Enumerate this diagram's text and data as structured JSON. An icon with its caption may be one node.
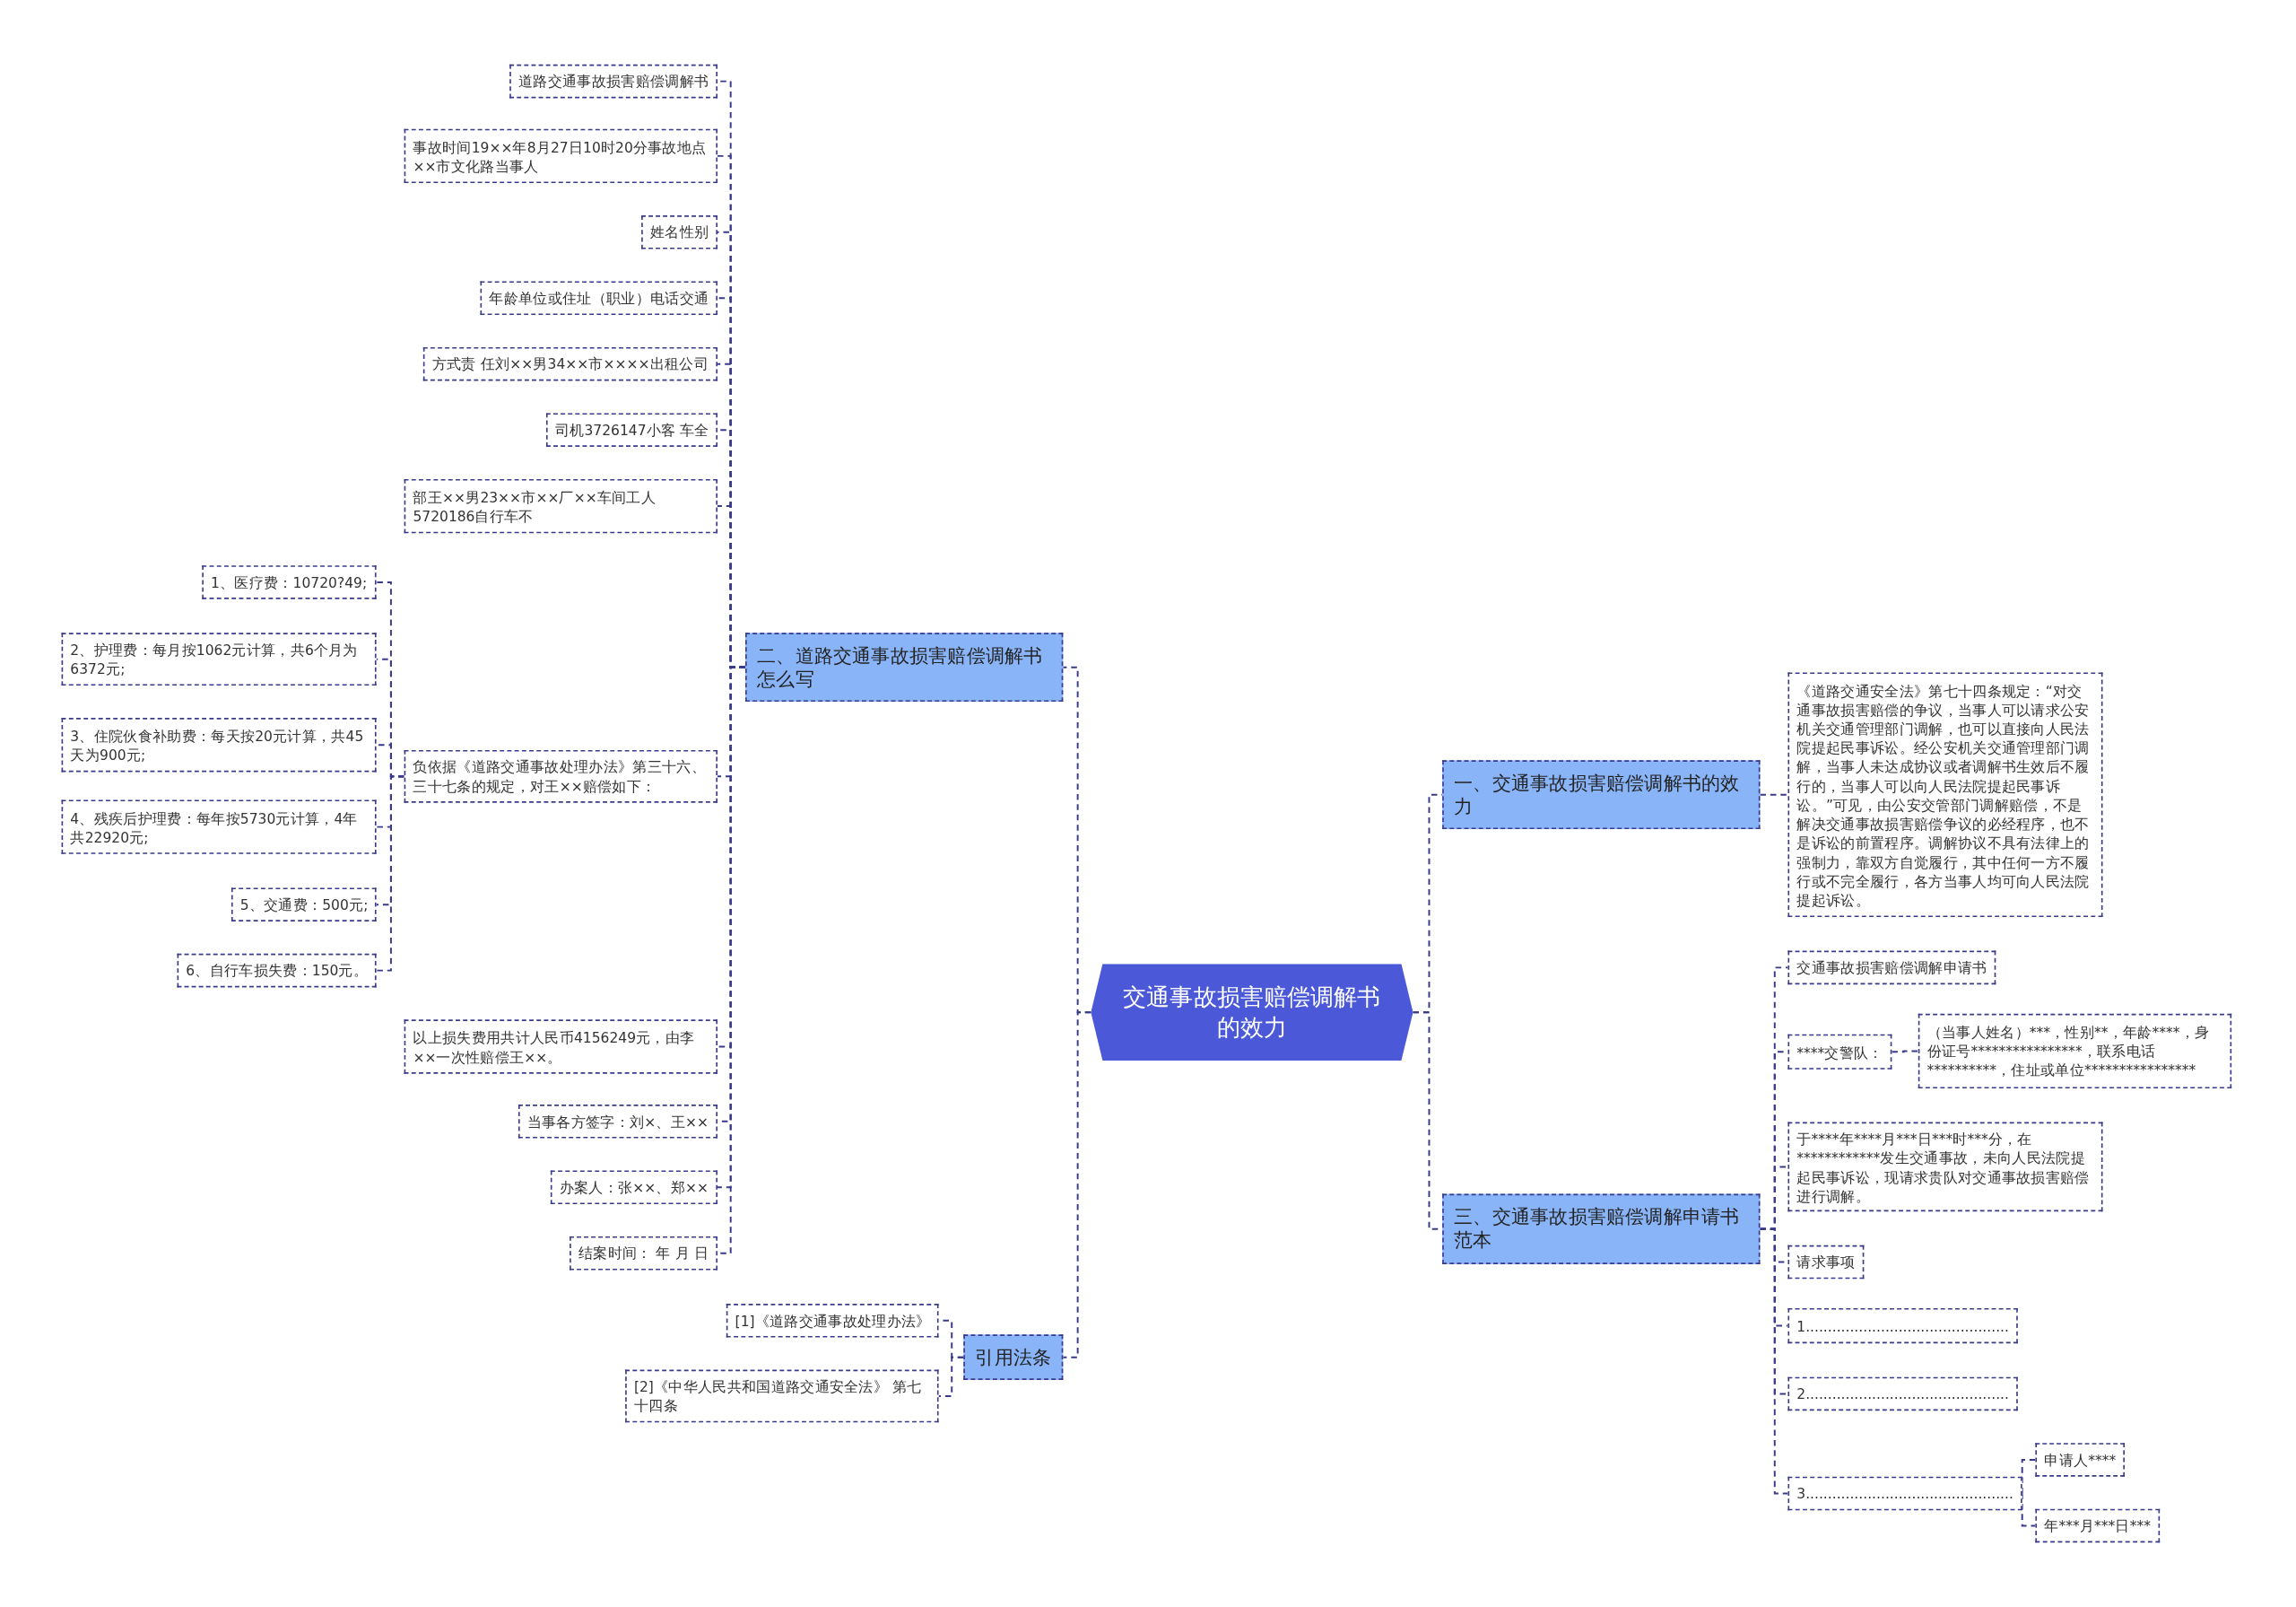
{
  "diagram": {
    "nodes": [
      {
        "text": [
          "交通事故损害赔偿调解书的效力"
        ]
      },
      {
        "text": [
          "二、道路交通事故损害赔偿调解书怎么写"
        ]
      },
      {
        "text": [
          "道路交通事故损害赔偿调解书"
        ]
      },
      {
        "text": [
          "事故时间19××年8月27日10时20分事故地点××市文化路当事人"
        ]
      },
      {
        "text": [
          "姓名性别"
        ]
      },
      {
        "text": [
          "年龄单位或住址（职业）电话交通"
        ]
      },
      {
        "text": [
          "方式责 任刘××男34××市××××出租公司"
        ]
      },
      {
        "text": [
          "司机3726147小客 车全"
        ]
      },
      {
        "text": [
          "部王××男23××市××厂××车间工人5720186自行车不"
        ]
      },
      {
        "text": [
          "负依据《道路交通事故处理办法》第三十六、三十七条的规定，对王××赔偿如下："
        ]
      },
      {
        "text": [
          "1、医疗费：10720?49;"
        ]
      },
      {
        "text": [
          "2、护理费：每月按1062元计算，共6个月为6372元;"
        ]
      },
      {
        "text": [
          "3、住院伙食补助费：每天按20元计算，共45天为900元;"
        ]
      },
      {
        "text": [
          "4、残疾后护理费：每年按5730元计算，4年共22920元;"
        ]
      },
      {
        "text": [
          "5、交通费：500元;"
        ]
      },
      {
        "text": [
          "6、自行车损失费：150元。"
        ]
      },
      {
        "text": [
          "以上损失费用共计人民币4156249元，由李××一次性赔偿王××。"
        ]
      },
      {
        "text": [
          "当事各方签字：刘×、王××"
        ]
      },
      {
        "text": [
          "办案人：张××、郑××"
        ]
      },
      {
        "text": [
          "结案时间：  年 月 日"
        ]
      },
      {
        "text": [
          "引用法条"
        ]
      },
      {
        "text": [
          "[1]《道路交通事故处理办法》"
        ]
      },
      {
        "text": [
          "[2]《中华人民共和国道路交通安全法》 第七十四条"
        ]
      },
      {
        "text": [
          "一、交通事故损害赔偿调解书的效力"
        ]
      },
      {
        "text": [
          "《道路交通安全法》第七十四条规定：“对交通事故损害赔偿的争议，当事人可以请求公安机关交通管理部门调解，也可以直接向人民法院提起民事诉讼。经公安机关交通管理部门调解，当事人未达成协议或者调解书生效后不履行的，当事人可以向人民法院提起民事诉讼。”可见，由公安交管部门调解赔偿，不是解决交通事故损害赔偿争议的必经程序，也不是诉讼的前置程序。调解协议不具有法律上的强制力，靠双方自觉履行，其中任何一方不履行或不完全履行，各方当事人均可向人民法院提起诉讼。"
        ]
      },
      {
        "text": [
          "三、交通事故损害赔偿调解申请书范本"
        ]
      },
      {
        "text": [
          "交通事故损害赔偿调解申请书"
        ]
      },
      {
        "text": [
          "****交警队："
        ]
      },
      {
        "text": [
          "（当事人姓名）***，性别**，年龄****，身份证号****************，联系电话**********，住址或单位****************"
        ]
      },
      {
        "text": [
          "于****年****月***日***时***分，在************发生交通事故，未向人民法院提起民事诉讼，现请求贵队对交通事故损害赔偿进行调解。"
        ]
      },
      {
        "text": [
          "请求事项"
        ]
      },
      {
        "text": [
          "1.............................................."
        ]
      },
      {
        "text": [
          "2.............................................."
        ]
      },
      {
        "text": [
          "3..............................................."
        ]
      },
      {
        "text": [
          "申请人****"
        ]
      },
      {
        "text": [
          "年***月***日***"
        ]
      }
    ],
    "edges": [
      {
        "from": 0,
        "to": 1,
        "arrow": "none",
        "style": "dashed"
      },
      {
        "from": 0,
        "to": 20,
        "arrow": "none",
        "style": "dashed"
      },
      {
        "from": 0,
        "to": 23,
        "arrow": "none",
        "style": "dashed"
      },
      {
        "from": 0,
        "to": 25,
        "arrow": "none",
        "style": "dashed"
      },
      {
        "from": 1,
        "to": 2,
        "arrow": "none",
        "style": "dashed"
      },
      {
        "from": 1,
        "to": 3,
        "arrow": "none",
        "style": "dashed"
      },
      {
        "from": 1,
        "to": 4,
        "arrow": "none",
        "style": "dashed"
      },
      {
        "from": 1,
        "to": 5,
        "arrow": "none",
        "style": "dashed"
      },
      {
        "from": 1,
        "to": 6,
        "arrow": "none",
        "style": "dashed"
      },
      {
        "from": 1,
        "to": 7,
        "arrow": "none",
        "style": "dashed"
      },
      {
        "from": 1,
        "to": 8,
        "arrow": "none",
        "style": "dashed"
      },
      {
        "from": 1,
        "to": 9,
        "arrow": "none",
        "style": "dashed"
      },
      {
        "from": 9,
        "to": 10,
        "arrow": "none",
        "style": "dashed"
      },
      {
        "from": 9,
        "to": 11,
        "arrow": "none",
        "style": "dashed"
      },
      {
        "from": 9,
        "to": 12,
        "arrow": "none",
        "style": "dashed"
      },
      {
        "from": 9,
        "to": 13,
        "arrow": "none",
        "style": "dashed"
      },
      {
        "from": 9,
        "to": 14,
        "arrow": "none",
        "style": "dashed"
      },
      {
        "from": 9,
        "to": 15,
        "arrow": "none",
        "style": "dashed"
      },
      {
        "from": 1,
        "to": 16,
        "arrow": "none",
        "style": "dashed"
      },
      {
        "from": 1,
        "to": 17,
        "arrow": "none",
        "style": "dashed"
      },
      {
        "from": 1,
        "to": 18,
        "arrow": "none",
        "style": "dashed"
      },
      {
        "from": 1,
        "to": 19,
        "arrow": "none",
        "style": "dashed"
      },
      {
        "from": 20,
        "to": 21,
        "arrow": "none",
        "style": "dashed"
      },
      {
        "from": 20,
        "to": 22,
        "arrow": "none",
        "style": "dashed"
      },
      {
        "from": 23,
        "to": 24,
        "arrow": "none",
        "style": "dashed"
      },
      {
        "from": 25,
        "to": 26,
        "arrow": "none",
        "style": "dashed"
      },
      {
        "from": 25,
        "to": 27,
        "arrow": "none",
        "style": "dashed"
      },
      {
        "from": 27,
        "to": 28,
        "arrow": "none",
        "style": "dashed"
      },
      {
        "from": 25,
        "to": 29,
        "arrow": "none",
        "style": "dashed"
      },
      {
        "from": 25,
        "to": 30,
        "arrow": "none",
        "style": "dashed"
      },
      {
        "from": 25,
        "to": 31,
        "arrow": "none",
        "style": "dashed"
      },
      {
        "from": 25,
        "to": 32,
        "arrow": "none",
        "style": "dashed"
      },
      {
        "from": 25,
        "to": 33,
        "arrow": "none",
        "style": "dashed"
      },
      {
        "from": 33,
        "to": 34,
        "arrow": "none",
        "style": "dashed"
      },
      {
        "from": 33,
        "to": 35,
        "arrow": "none",
        "style": "dashed"
      }
    ]
  }
}
